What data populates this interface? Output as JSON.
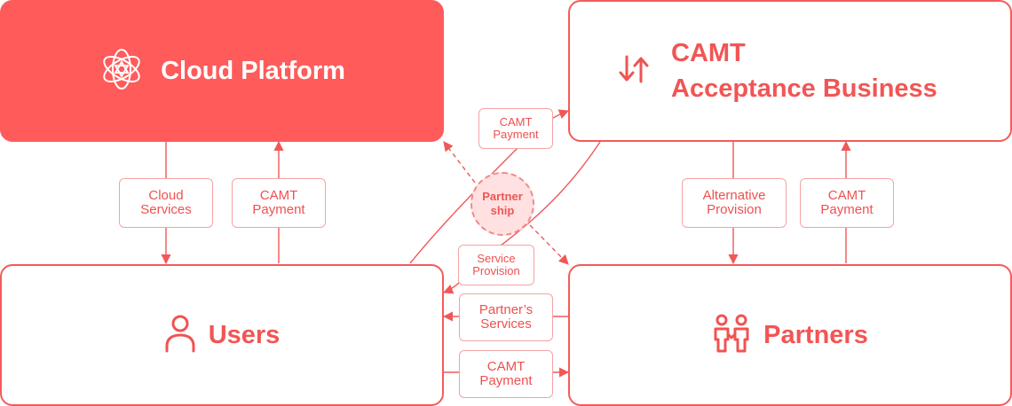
{
  "nodes": {
    "cloud_platform": {
      "title": "Cloud Platform",
      "icon": "flower-atom-icon"
    },
    "camt_acceptance": {
      "title_line1": "CAMT",
      "title_line2": "Acceptance Business",
      "icon": "exchange-arrows-icon"
    },
    "users": {
      "title": "Users",
      "icon": "person-icon"
    },
    "partners": {
      "title": "Partners",
      "icon": "two-people-icon"
    }
  },
  "edge_labels": {
    "cloud_services": {
      "line1": "Cloud",
      "line2": "Services"
    },
    "camt_payment_users_cloud": {
      "line1": "CAMT",
      "line2": "Payment"
    },
    "camt_payment_top": {
      "line1": "CAMT",
      "line2": "Payment"
    },
    "service_provision": {
      "line1": "Service",
      "line2": "Provision"
    },
    "alternative_provision": {
      "line1": "Alternative",
      "line2": "Provision"
    },
    "camt_payment_partners_camt": {
      "line1": "CAMT",
      "line2": "Payment"
    },
    "partners_services": {
      "line1": "Partner’s",
      "line2": "Services"
    },
    "camt_payment_bottom": {
      "line1": "CAMT",
      "line2": "Payment"
    }
  },
  "partnership": {
    "line1": "Partner",
    "line2": "ship"
  },
  "colors": {
    "accent": "#ff5b5b",
    "text": "#f25555",
    "tag_border": "#f5a3a3",
    "partnership_fill": "#ffe1e1"
  }
}
